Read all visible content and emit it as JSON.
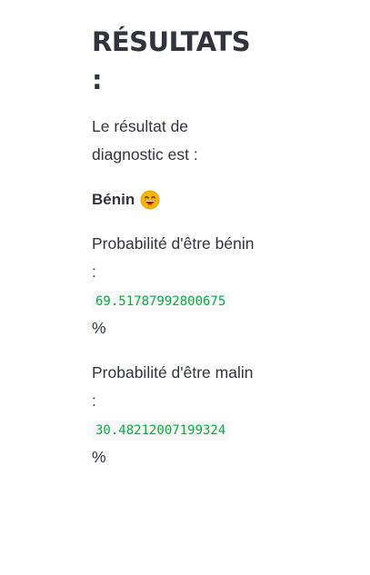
{
  "title": "RÉSULTATS",
  "title_colon": ":",
  "diagnostic_intro": "Le résultat de diagnostic est :",
  "result": {
    "label": "Bénin",
    "emoji": "smiling-face-emoji"
  },
  "benign": {
    "label": "Probabilité d'être bénin :",
    "value": "69.51787992800675",
    "unit": "%"
  },
  "malignant": {
    "label": "Probabilité d'être malin :",
    "value": "30.48212007199324",
    "unit": "%"
  },
  "colors": {
    "text": "#31333f",
    "code_text": "#09ab3b",
    "code_bg": "#f7f8fa",
    "emoji_face": "#f7b500"
  }
}
